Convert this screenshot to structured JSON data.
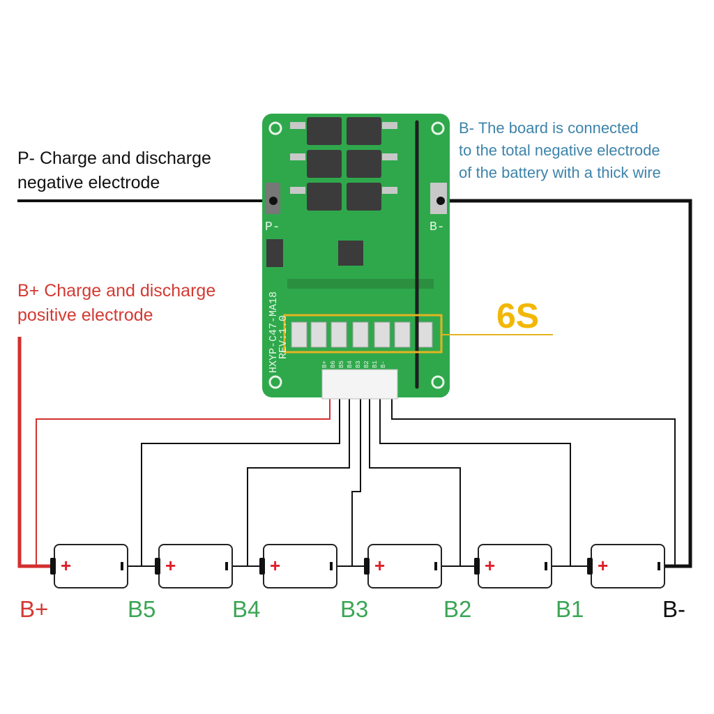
{
  "annotations": {
    "p_minus": [
      "P- Charge and discharge",
      "negative electrode"
    ],
    "b_plus": [
      "B+ Charge and discharge",
      "positive electrode"
    ],
    "b_minus": [
      "B- The board is connected",
      "to the total negative electrode",
      "of the battery with a thick wire"
    ],
    "cell_count": "6S"
  },
  "board": {
    "model": "HXYP-C47-MA18",
    "revision": "REV:1.0",
    "p_pad": "P-",
    "b_pad": "B-",
    "pins": [
      "B+",
      "B6",
      "B5",
      "B4",
      "B3",
      "B2",
      "B1",
      "B-"
    ]
  },
  "battery": {
    "plus_symbol": "+"
  },
  "terminals": [
    {
      "label": "B+",
      "color": "#d33a33"
    },
    {
      "label": "B5",
      "color": "#3aa655"
    },
    {
      "label": "B4",
      "color": "#3aa655"
    },
    {
      "label": "B3",
      "color": "#3aa655"
    },
    {
      "label": "B2",
      "color": "#3aa655"
    },
    {
      "label": "B1",
      "color": "#3aa655"
    },
    {
      "label": "B-",
      "color": "#111111"
    }
  ],
  "colors": {
    "pcb": "#2fa84c",
    "highlight": "#e3b422",
    "wire_positive": "#d32f2f",
    "wire": "#111111"
  }
}
